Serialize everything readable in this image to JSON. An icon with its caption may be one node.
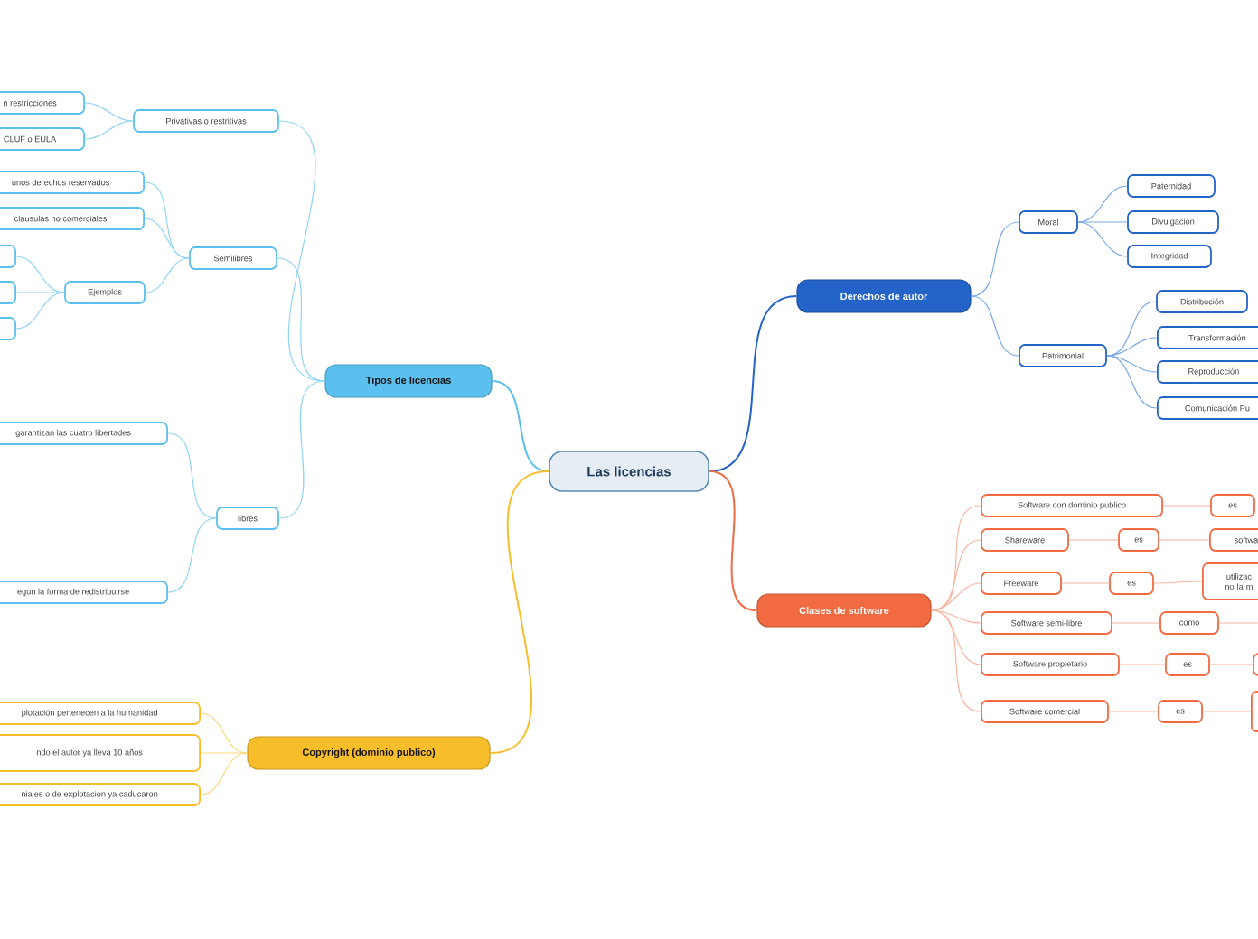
{
  "diagram": {
    "nodes": [
      {
        "text": [
          "Las licencias"
        ]
      },
      {
        "text": [
          "Tipos de licencias"
        ]
      },
      {
        "text": [
          "Privativas o restritivas"
        ]
      },
      {
        "text": [
          "n restricciones"
        ]
      },
      {
        "text": [
          "CLUF o EULA"
        ]
      },
      {
        "text": [
          "Semilibres"
        ]
      },
      {
        "text": [
          "unos derechos reservados"
        ]
      },
      {
        "text": [
          "clausulas no comerciales"
        ]
      },
      {
        "text": [
          "Ejemplos"
        ]
      },
      {
        "text": [],
        "shape": "box"
      },
      {
        "text": [],
        "shape": "box"
      },
      {
        "text": [],
        "shape": "box"
      },
      {
        "text": [
          "libres"
        ]
      },
      {
        "text": [
          "garantizan las cuatro libertades"
        ]
      },
      {
        "text": [
          "egun la forma de redistribuirse"
        ]
      },
      {
        "text": [
          "Copyright (dominio publico)"
        ]
      },
      {
        "text": [
          "plotación pertenecen a la humanidad"
        ]
      },
      {
        "text": [
          "ndo el autor ya lleva 10 años"
        ]
      },
      {
        "text": [
          "niales o de explotación ya caducaron"
        ]
      },
      {
        "text": [
          "Derechos de autor"
        ]
      },
      {
        "text": [
          "Moral"
        ]
      },
      {
        "text": [
          "Paternidad"
        ]
      },
      {
        "text": [
          "Divulgación"
        ]
      },
      {
        "text": [
          "Integridad"
        ]
      },
      {
        "text": [
          "Patrimonial"
        ]
      },
      {
        "text": [
          "Distribución"
        ]
      },
      {
        "text": [
          "Transformación"
        ]
      },
      {
        "text": [
          "Reproducción"
        ]
      },
      {
        "text": [
          "Comunicación Pu"
        ]
      },
      {
        "text": [
          "Clases de software"
        ]
      },
      {
        "text": [
          "Software con dominio publico"
        ]
      },
      {
        "text": [
          "es"
        ]
      },
      {
        "text": [
          "Shareware"
        ]
      },
      {
        "text": [
          "es"
        ]
      },
      {
        "text": [
          "softwa"
        ]
      },
      {
        "text": [
          "Freeware"
        ]
      },
      {
        "text": [
          "es"
        ]
      },
      {
        "text": [
          "utilizac no la m"
        ]
      },
      {
        "text": [
          "Software semi-libre"
        ]
      },
      {
        "text": [
          "como"
        ]
      },
      {
        "text": [
          "Software propietario"
        ]
      },
      {
        "text": [
          "es"
        ]
      },
      {
        "text": [],
        "shape": "box"
      },
      {
        "text": [
          "Software comercial"
        ]
      },
      {
        "text": [
          "es"
        ]
      },
      {
        "text": [],
        "shape": "box"
      }
    ],
    "edges": [
      {
        "from": 0,
        "to": 1,
        "arrow": "none",
        "color": "#5bc0ee"
      },
      {
        "from": 1,
        "to": 2,
        "arrow": "none",
        "color": "#8fd4f5"
      },
      {
        "from": 2,
        "to": 3,
        "arrow": "none",
        "color": "#8fd4f5"
      },
      {
        "from": 2,
        "to": 4,
        "arrow": "none",
        "color": "#8fd4f5"
      },
      {
        "from": 1,
        "to": 5,
        "arrow": "none",
        "color": "#8fd4f5"
      },
      {
        "from": 5,
        "to": 6,
        "arrow": "none",
        "color": "#8fd4f5"
      },
      {
        "from": 5,
        "to": 7,
        "arrow": "none",
        "color": "#8fd4f5"
      },
      {
        "from": 5,
        "to": 8,
        "arrow": "none",
        "color": "#8fd4f5"
      },
      {
        "from": 8,
        "to": 9,
        "arrow": "none",
        "color": "#8fd4f5"
      },
      {
        "from": 8,
        "to": 10,
        "arrow": "none",
        "color": "#8fd4f5"
      },
      {
        "from": 8,
        "to": 11,
        "arrow": "none",
        "color": "#8fd4f5"
      },
      {
        "from": 1,
        "to": 12,
        "arrow": "none",
        "color": "#8fd4f5"
      },
      {
        "from": 12,
        "to": 13,
        "arrow": "none",
        "color": "#8fd4f5"
      },
      {
        "from": 12,
        "to": 14,
        "arrow": "none",
        "color": "#8fd4f5"
      },
      {
        "from": 0,
        "to": 15,
        "arrow": "none",
        "color": "#f7be2a"
      },
      {
        "from": 15,
        "to": 16,
        "arrow": "none",
        "color": "#fad77a"
      },
      {
        "from": 15,
        "to": 17,
        "arrow": "none",
        "color": "#fad77a"
      },
      {
        "from": 15,
        "to": 18,
        "arrow": "none",
        "color": "#fad77a"
      },
      {
        "from": 0,
        "to": 19,
        "arrow": "none",
        "color": "#2463c8"
      },
      {
        "from": 19,
        "to": 20,
        "arrow": "none",
        "color": "#7aa8e8"
      },
      {
        "from": 20,
        "to": 21,
        "arrow": "none",
        "color": "#7aa8e8"
      },
      {
        "from": 20,
        "to": 22,
        "arrow": "none",
        "color": "#7aa8e8"
      },
      {
        "from": 20,
        "to": 23,
        "arrow": "none",
        "color": "#7aa8e8"
      },
      {
        "from": 19,
        "to": 24,
        "arrow": "none",
        "color": "#7aa8e8"
      },
      {
        "from": 24,
        "to": 25,
        "arrow": "none",
        "color": "#7aa8e8"
      },
      {
        "from": 24,
        "to": 26,
        "arrow": "none",
        "color": "#7aa8e8"
      },
      {
        "from": 24,
        "to": 27,
        "arrow": "none",
        "color": "#7aa8e8"
      },
      {
        "from": 24,
        "to": 28,
        "arrow": "none",
        "color": "#7aa8e8"
      },
      {
        "from": 0,
        "to": 29,
        "arrow": "none",
        "color": "#f26a42"
      },
      {
        "from": 29,
        "to": 30,
        "arrow": "none",
        "color": "#f8b49e"
      },
      {
        "from": 30,
        "to": 31,
        "arrow": "none",
        "color": "#f8b49e"
      },
      {
        "from": 29,
        "to": 32,
        "arrow": "none",
        "color": "#f8b49e"
      },
      {
        "from": 32,
        "to": 33,
        "arrow": "none",
        "color": "#f8b49e"
      },
      {
        "from": 33,
        "to": 34,
        "arrow": "none",
        "color": "#f8b49e"
      },
      {
        "from": 29,
        "to": 35,
        "arrow": "none",
        "color": "#f8b49e"
      },
      {
        "from": 35,
        "to": 36,
        "arrow": "none",
        "color": "#f8b49e"
      },
      {
        "from": 36,
        "to": 37,
        "arrow": "none",
        "color": "#f8b49e"
      },
      {
        "from": 29,
        "to": 38,
        "arrow": "none",
        "color": "#f8b49e"
      },
      {
        "from": 38,
        "to": 39,
        "arrow": "none",
        "color": "#f8b49e"
      },
      {
        "from": 39,
        "to": null,
        "arrow": "none",
        "color": "#f8b49e"
      },
      {
        "from": 29,
        "to": 40,
        "arrow": "none",
        "color": "#f8b49e"
      },
      {
        "from": 40,
        "to": 41,
        "arrow": "none",
        "color": "#f8b49e"
      },
      {
        "from": 41,
        "to": 42,
        "arrow": "none",
        "color": "#f8b49e"
      },
      {
        "from": 29,
        "to": 43,
        "arrow": "none",
        "color": "#f8b49e"
      },
      {
        "from": 43,
        "to": 44,
        "arrow": "none",
        "color": "#f8b49e"
      },
      {
        "from": 44,
        "to": 45,
        "arrow": "none",
        "color": "#f8b49e"
      }
    ]
  }
}
